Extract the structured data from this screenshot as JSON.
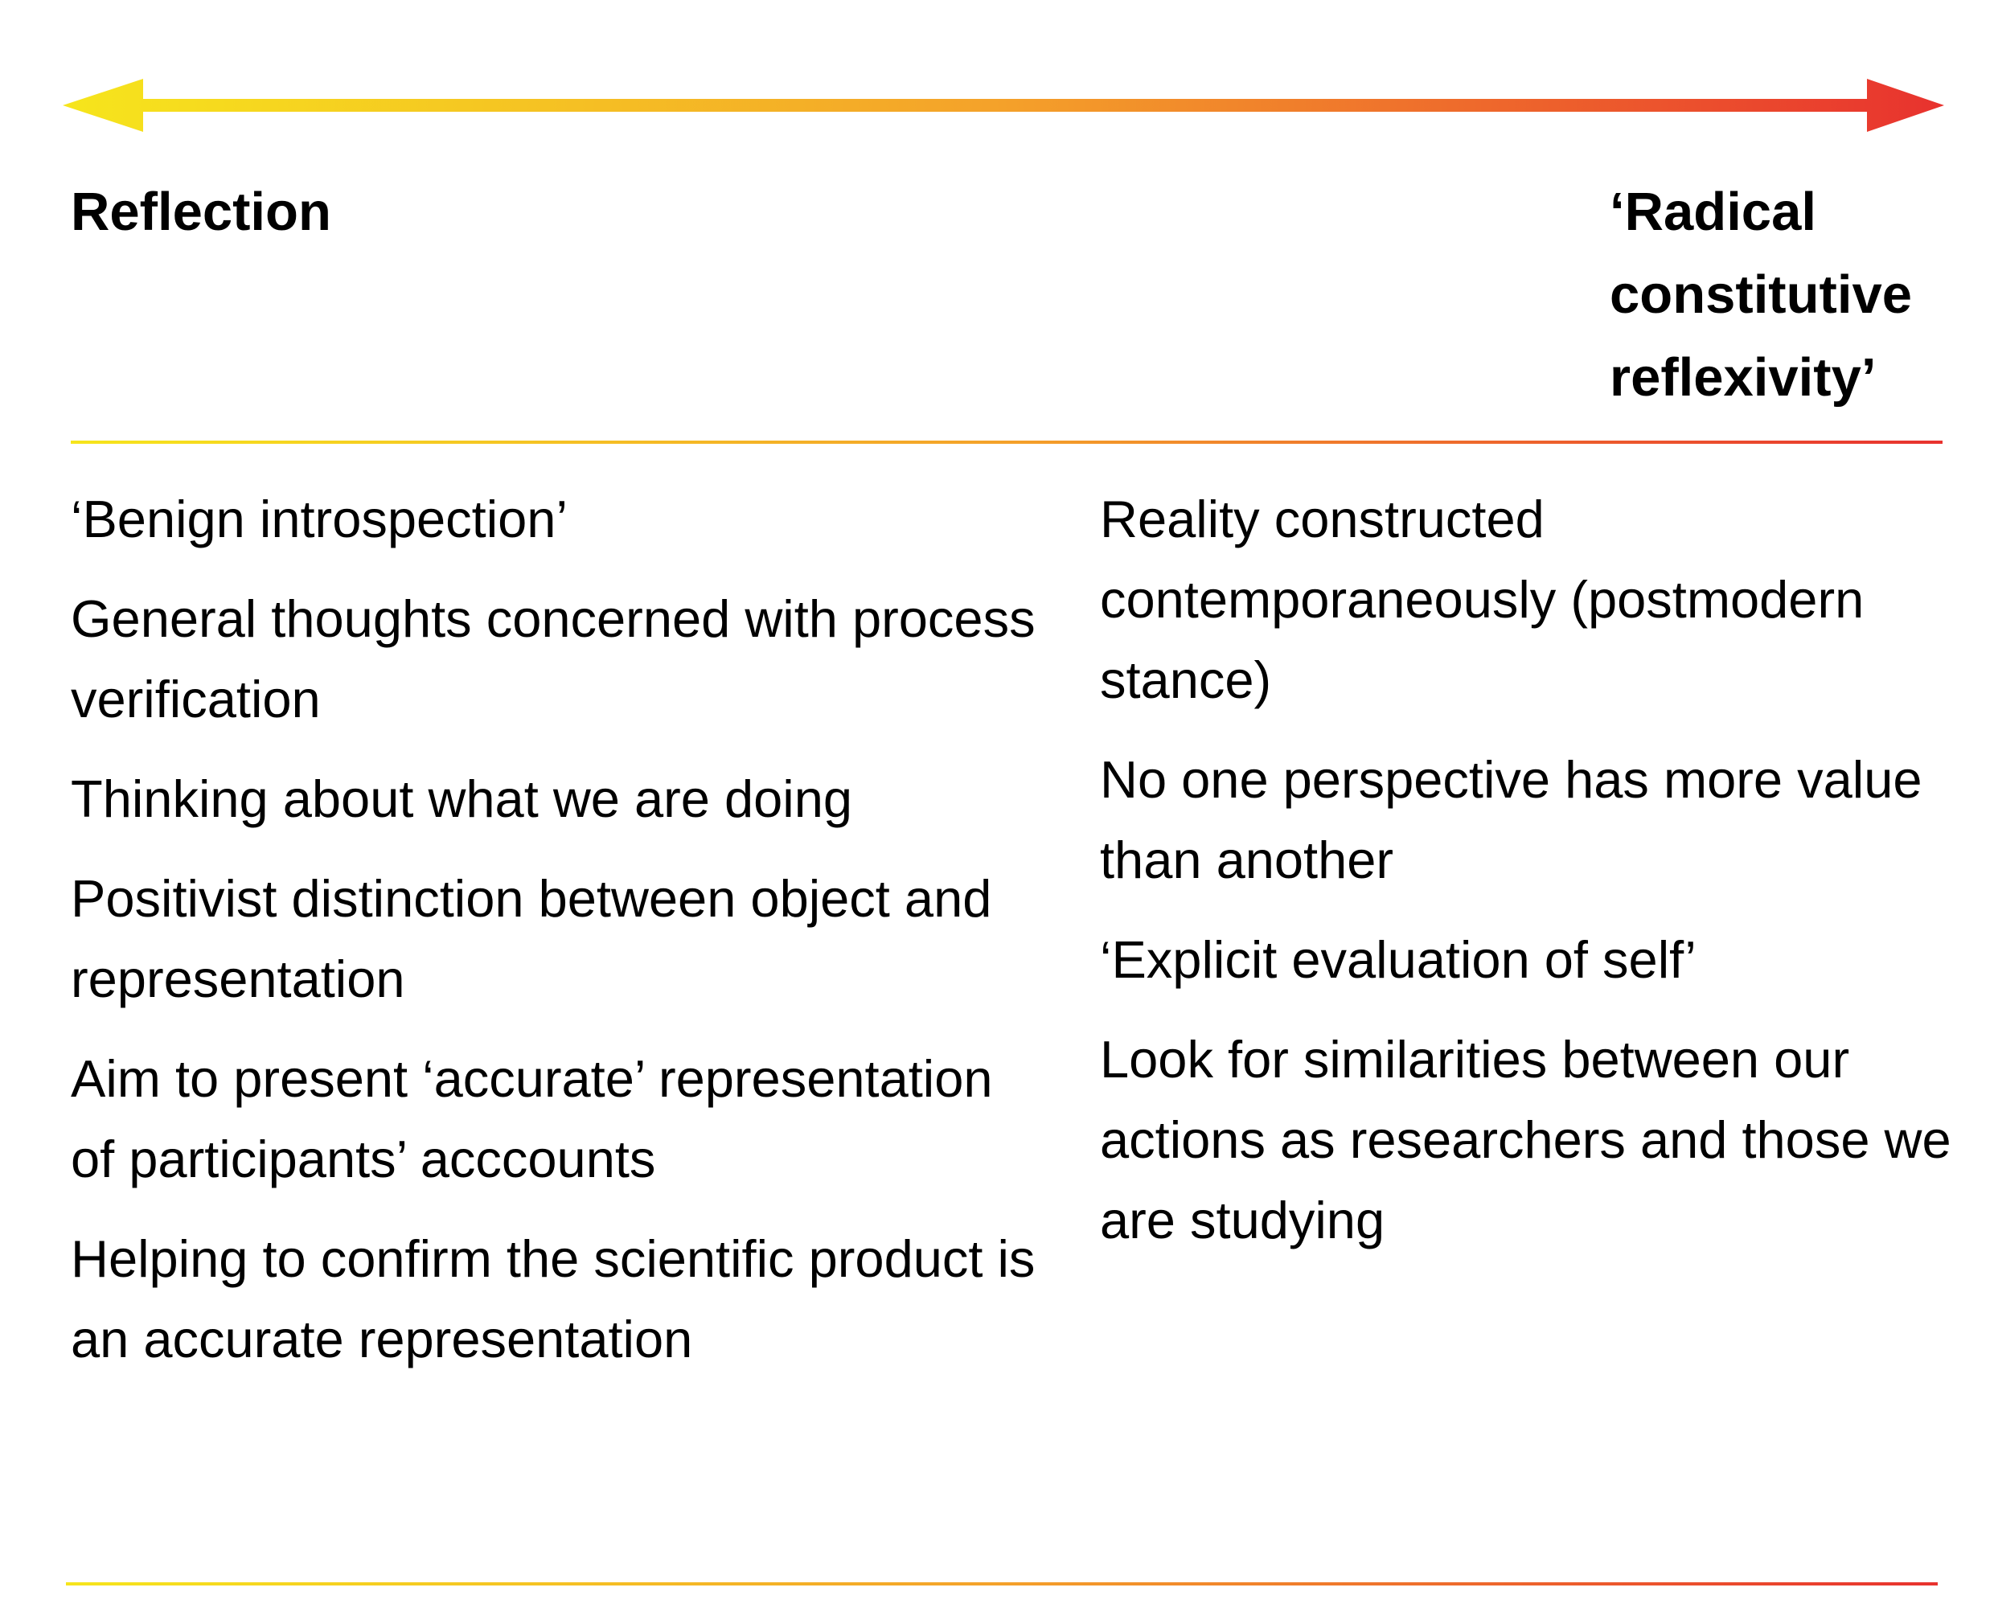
{
  "headings": {
    "left": "Reflection",
    "right": "‘Radical\nconstitutive\nreflexivity’"
  },
  "colors": {
    "gradient_start": "#f6e51c",
    "gradient_mid": "#f4a12a",
    "gradient_end": "#e8322e"
  },
  "left_items": [
    "‘Benign introspection’",
    "General thoughts concerned with process verification",
    "Thinking about what we are doing",
    "Positivist distinction between object and representation",
    "Aim to present ‘accurate’ representation of participants’ acccounts",
    "Helping to confirm the scientific product is an accurate representation"
  ],
  "right_items": [
    "Reality constructed contemporaneously (postmodern stance)",
    "No one perspective has more value than another",
    "‘Explicit evaluation of self’",
    "Look for similarities between our actions as researchers and those we are studying"
  ]
}
